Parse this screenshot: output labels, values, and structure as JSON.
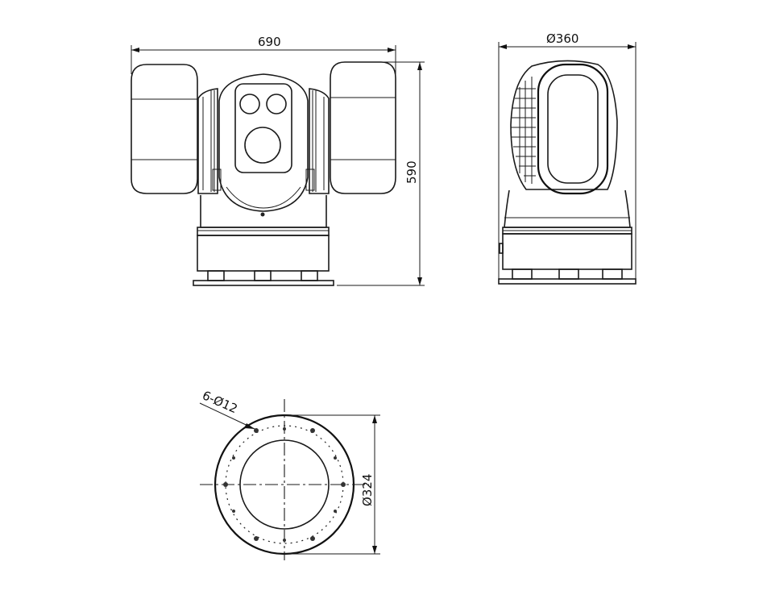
{
  "front_view": {
    "width_label": "690",
    "height_label": "590"
  },
  "side_view": {
    "diameter_label": "Ø360"
  },
  "bottom_view": {
    "diameter_label": "Ø324",
    "holes_label": "6-Ø12"
  }
}
